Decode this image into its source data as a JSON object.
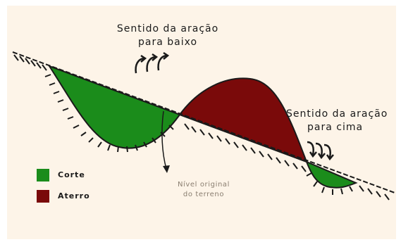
{
  "labels": {
    "plow_down": [
      "Sentido da aração",
      "para baixo"
    ],
    "plow_up": [
      "Sentido da aração",
      "para cima"
    ],
    "original_level": [
      "Nível original",
      "do terreno"
    ]
  },
  "legend": [
    {
      "label": "Corte",
      "color": "#1b8c1b"
    },
    {
      "label": "Aterro",
      "color": "#7a0a0a"
    }
  ],
  "colors": {
    "background": "#fdf4e8",
    "corte": "#1b8c1b",
    "aterro": "#7a0a0a",
    "line": "#1a1a1a"
  }
}
